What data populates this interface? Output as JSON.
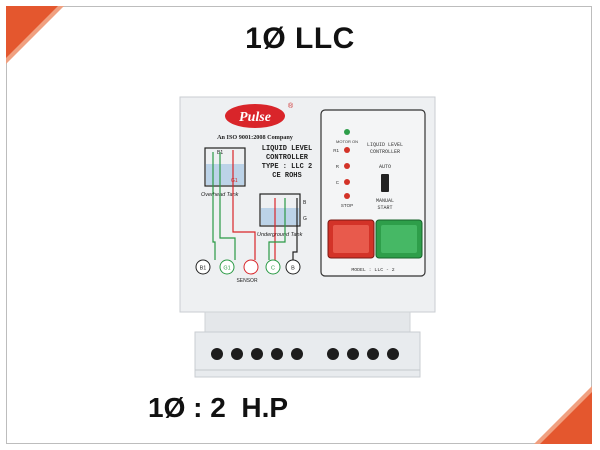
{
  "heading": "1Ø LLC",
  "rating": "1Ø : 2  H.P",
  "device": {
    "brand": "Pulse",
    "registered": "®",
    "company_line": "An ISO 9001:2008 Company",
    "product_lines": [
      "LIQUID LEVEL",
      "CONTROLLER",
      "TYPE : LLC 2",
      "CE ROHS"
    ],
    "panel_title": [
      "LIQUID LEVEL",
      "CONTROLLER"
    ],
    "indicators": [
      "MOTOR ON",
      "R1",
      "R",
      "C",
      "STOP"
    ],
    "mode_labels": [
      "AUTO",
      "MANUAL",
      "START"
    ],
    "model": "MODEL : LLC - 2",
    "overhead_tank": "Overhead Tank",
    "underground_tank": "Underground Tank",
    "terminals": [
      "B1",
      "G1",
      "",
      "C",
      "B"
    ],
    "sensor_label": "SENSOR",
    "tank_marks": [
      "B1",
      "G1",
      "B",
      "G"
    ],
    "colors": {
      "housing": "#e9ecef",
      "brand_red": "#d9252a",
      "start_green": "#2e9e4a",
      "stop_red": "#d33328"
    }
  }
}
